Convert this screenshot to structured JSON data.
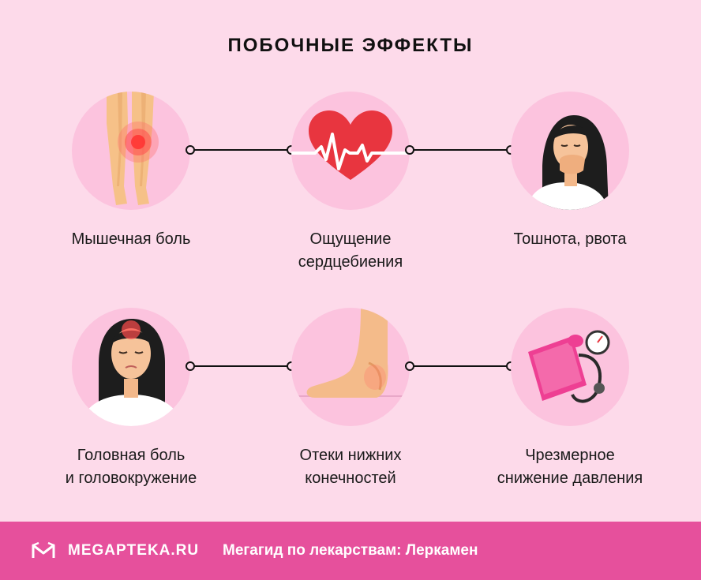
{
  "title": "ПОБОЧНЫЕ ЭФФЕКТЫ",
  "effects": [
    {
      "line1": "Мышечная боль",
      "line2": "",
      "icon": "legs-pain-icon"
    },
    {
      "line1": "Ощущение",
      "line2": "сердцебиения",
      "icon": "heart-pulse-icon"
    },
    {
      "line1": "Тошнота, рвота",
      "line2": "",
      "icon": "nausea-woman-icon"
    },
    {
      "line1": "Головная боль",
      "line2": "и головокружение",
      "icon": "headache-woman-icon"
    },
    {
      "line1": "Отеки нижних",
      "line2": "конечностей",
      "icon": "swollen-foot-icon"
    },
    {
      "line1": "Чрезмерное",
      "line2": "снижение давления",
      "icon": "blood-pressure-monitor-icon"
    }
  ],
  "footer": {
    "brand": "MEGAPTEKA.RU",
    "guide": "Мегагид по лекарствам: Леркамен"
  },
  "colors": {
    "background": "#fddaea",
    "circle": "#fcc3de",
    "footer": "#e6509c",
    "heart": "#e8353f"
  }
}
